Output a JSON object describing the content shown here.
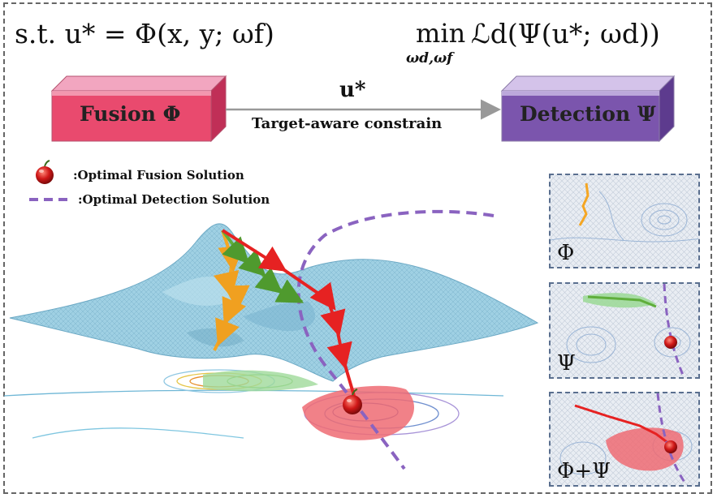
{
  "formulas": {
    "constraint": "s.t. u* = Φ(x, y; ωf)",
    "objective_min": "min",
    "objective_sub": "ωd,ωf",
    "objective_expr": "ℒd(Ψ(u*; ωd))"
  },
  "boxes": {
    "fusion": "Fusion Φ",
    "detection": "Detection Ψ"
  },
  "arrow": {
    "symbol": "u*",
    "caption": "Target-aware constrain"
  },
  "legend": {
    "fusion": ":Optimal Fusion Solution",
    "detection": ":Optimal Detection Solution"
  },
  "panels": [
    {
      "label": "Φ"
    },
    {
      "label": "Ψ"
    },
    {
      "label": "Φ+Ψ"
    }
  ],
  "colors": {
    "fusion_box": "#e94a6e",
    "detection_box": "#7b55ad",
    "surface": "#8cc6dc",
    "path_red": "#e62222",
    "path_green": "#5fae3b",
    "path_orange": "#f5a623",
    "dash_purple": "#8a63c0"
  }
}
